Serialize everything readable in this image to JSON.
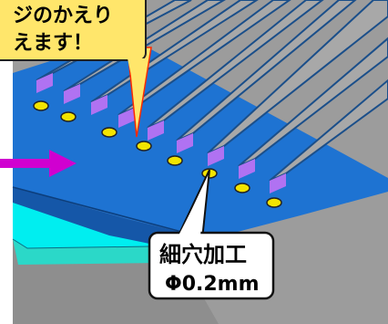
{
  "callout_top": {
    "line1": "ジのかえり",
    "line2": "えます！",
    "bg": "#ffe66b",
    "border": "#222222"
  },
  "callout_bottom": {
    "line1": "細穴加工",
    "line2": "Φ0.2mm",
    "bg": "#ffffff",
    "border": "#111111"
  },
  "colors": {
    "blue_base": "#1e73d2",
    "rib_top": "#9c9c9c",
    "rib_end": "#b070f0",
    "hole": "#f0e300",
    "cyan_step": "#00f0f0",
    "gray_floor": "#9a9a9a",
    "arrow": "#d000d0",
    "leader": "#ff2a00"
  }
}
